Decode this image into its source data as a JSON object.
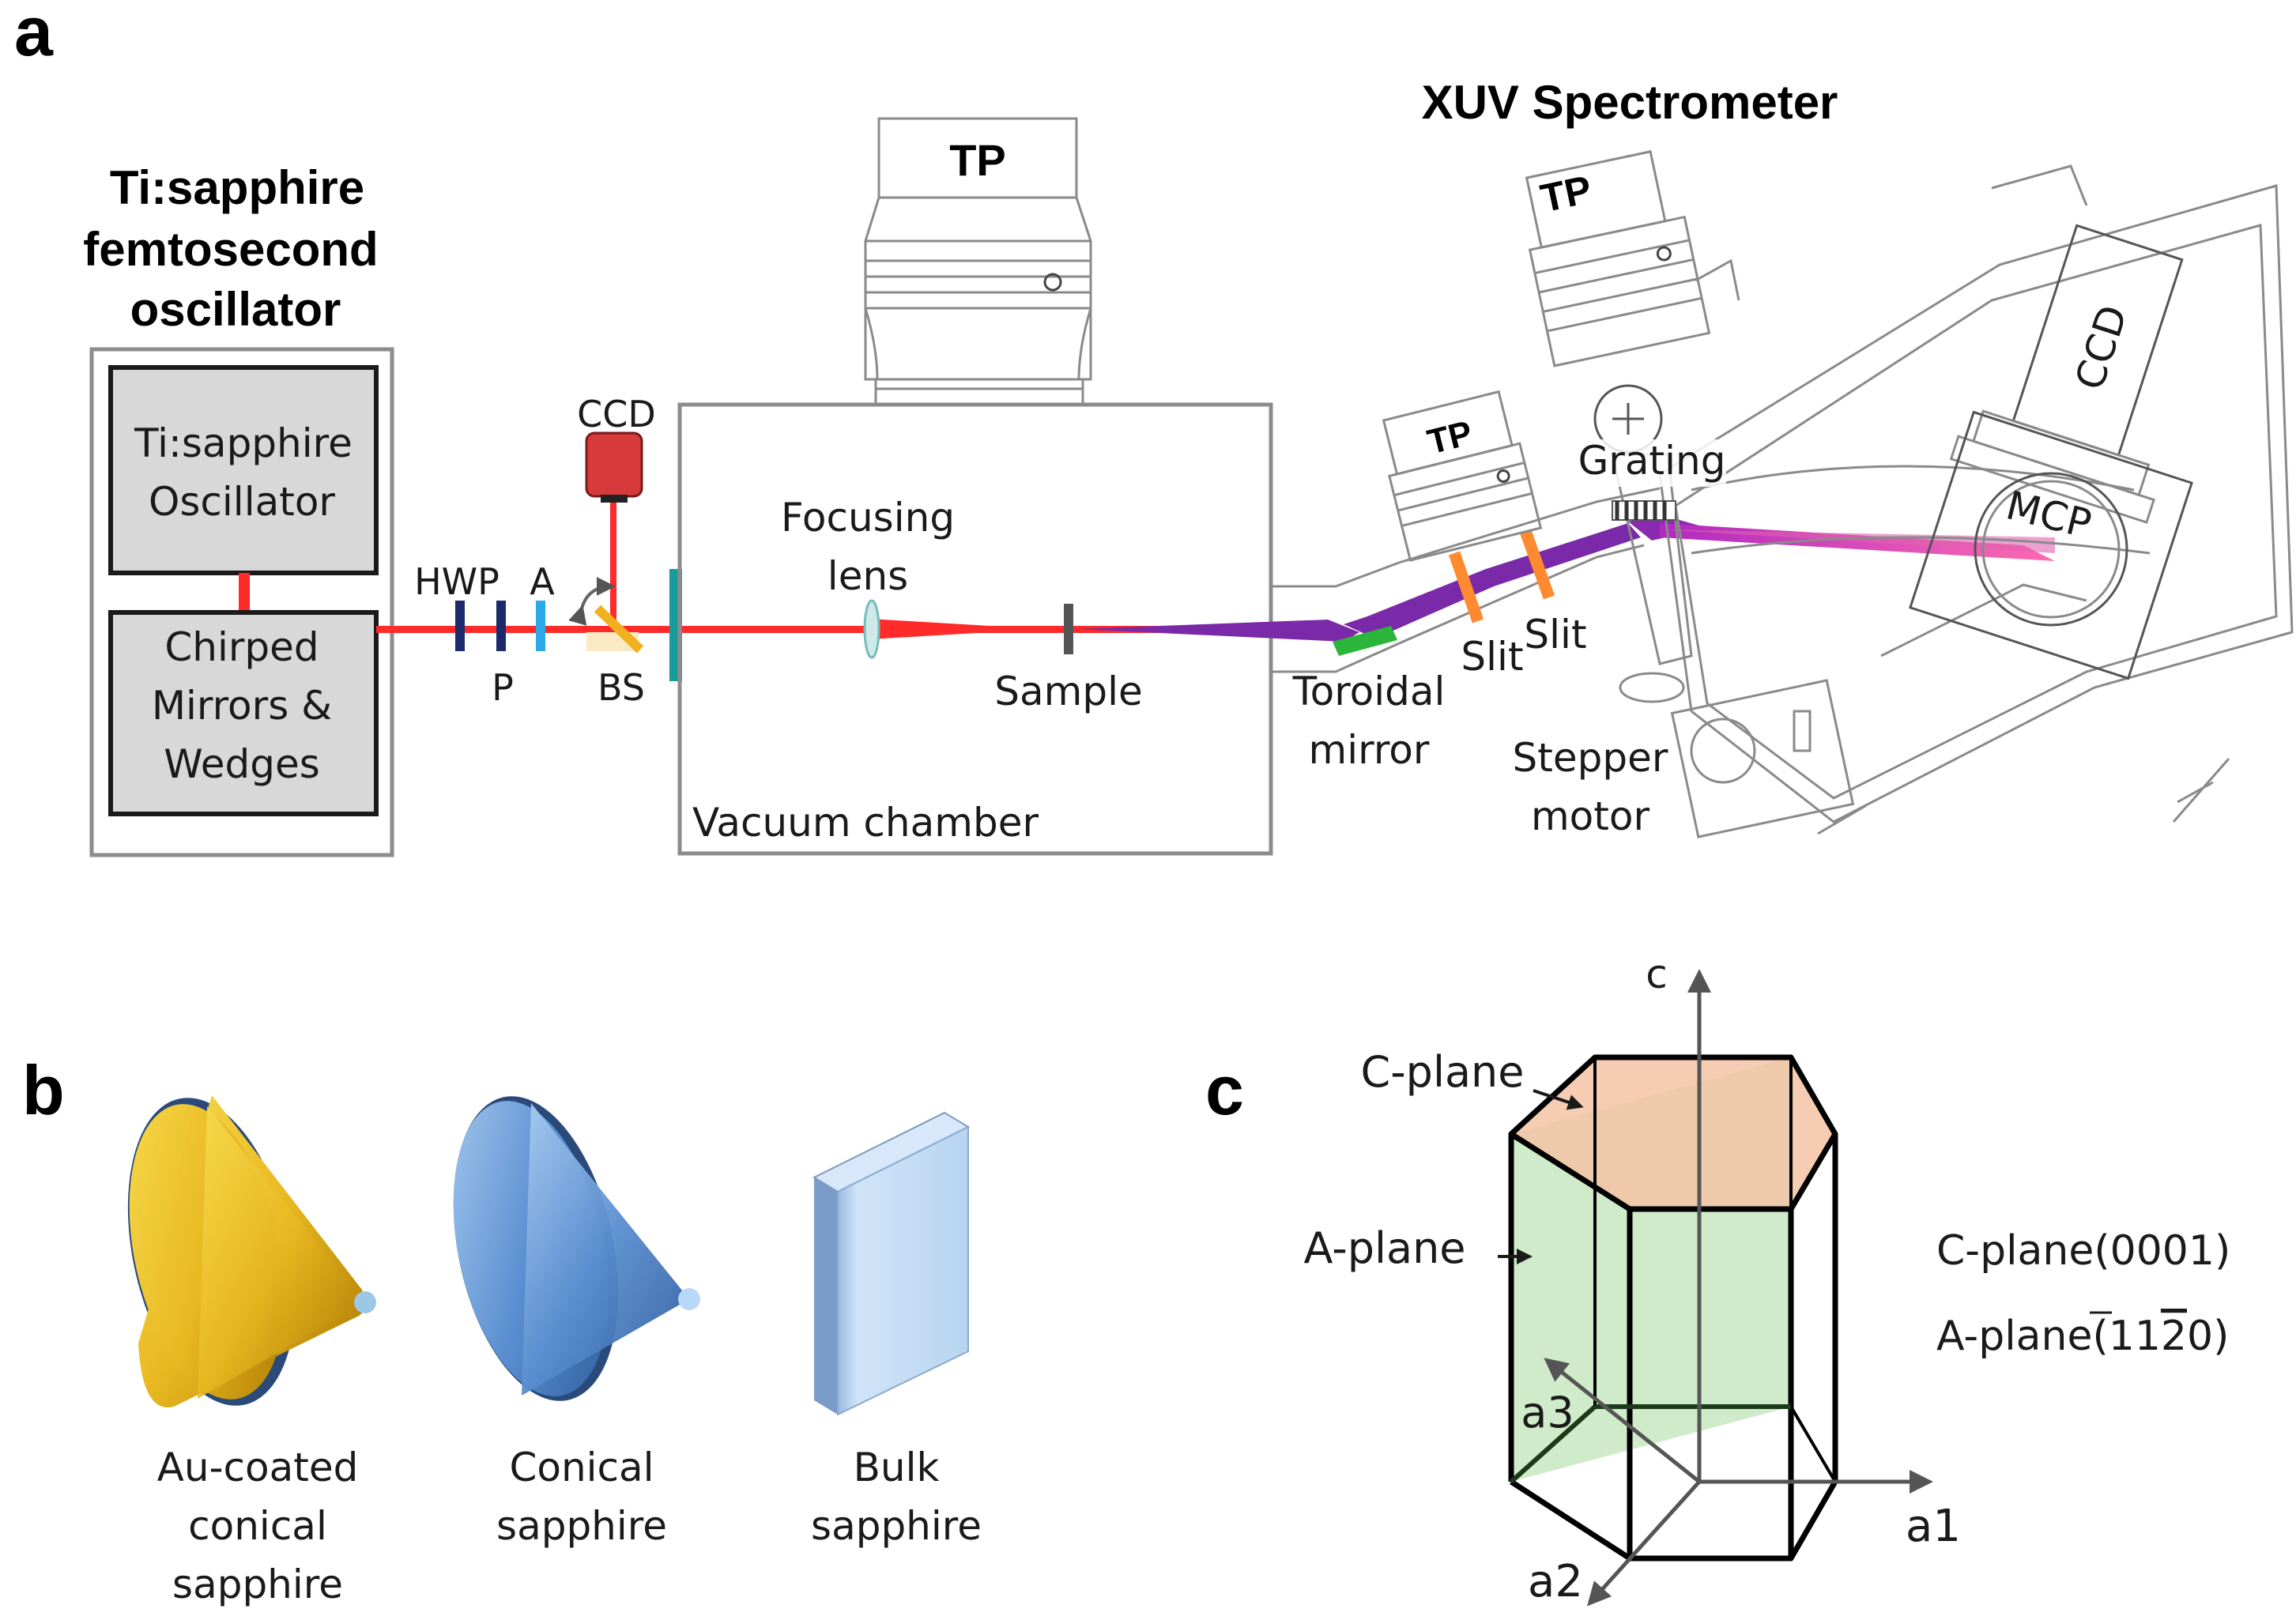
{
  "panels": {
    "a": "a",
    "b": "b",
    "c": "c"
  },
  "panel_a": {
    "oscillator_title": [
      "Ti:sapphire",
      "femtosecond",
      "oscillator"
    ],
    "oscillator_box": [
      "Ti:sapphire",
      "Oscillator"
    ],
    "chirped_box": [
      "Chirped",
      "Mirrors &",
      "Wedges"
    ],
    "hwp": "HWP",
    "p": "P",
    "a": "A",
    "bs": "BS",
    "ccd_small": "CCD",
    "tp_main": "TP",
    "focusing_lens": [
      "Focusing",
      "lens"
    ],
    "sample": "Sample",
    "vacuum_chamber": "Vacuum chamber",
    "xuv_spectrometer": "XUV Spectrometer",
    "tp_spectrometer": "TP",
    "tp_small": "TP",
    "grating": "Grating",
    "ccd_large": "CCD",
    "mcp": "MCP",
    "slit_1": "Slit",
    "slit_2": "Slit",
    "toroidal_mirror": [
      "Toroidal",
      "mirror"
    ],
    "stepper_motor": [
      "Stepper",
      "motor"
    ],
    "colors": {
      "laser": "#ff2a2a",
      "xuv": "#7a2aa8",
      "ccd_body": "#d63a3a",
      "toroidal": "#2bb53a",
      "slits": "#ff8a30",
      "window": "#1a9a9a",
      "hwp_p": "#1a2a6a",
      "attenuator": "#2aa8e8",
      "bs": "#f0b020"
    }
  },
  "panel_b": {
    "au_coated": [
      "Au-coated",
      "conical",
      "sapphire"
    ],
    "conical": [
      "Conical",
      "sapphire"
    ],
    "bulk": [
      "Bulk",
      "sapphire"
    ],
    "colors": {
      "gold": "#e8b820",
      "conical_blue": "#5a8ed0",
      "bulk_blue": "#b8d4f0"
    }
  },
  "panel_c": {
    "axis_c": "c",
    "axis_a1": "a1",
    "axis_a2": "a2",
    "axis_a3": "a3",
    "c_plane": "C-plane",
    "a_plane": "A-plane",
    "c_plane_index": "C-plane(0001)",
    "a_plane_prefix": "A-plane(11",
    "a_plane_bar": "2",
    "a_plane_suffix": "0)",
    "colors": {
      "c_plane_fill": "#f4c4a4",
      "a_plane_fill": "#c8e8c0"
    }
  }
}
